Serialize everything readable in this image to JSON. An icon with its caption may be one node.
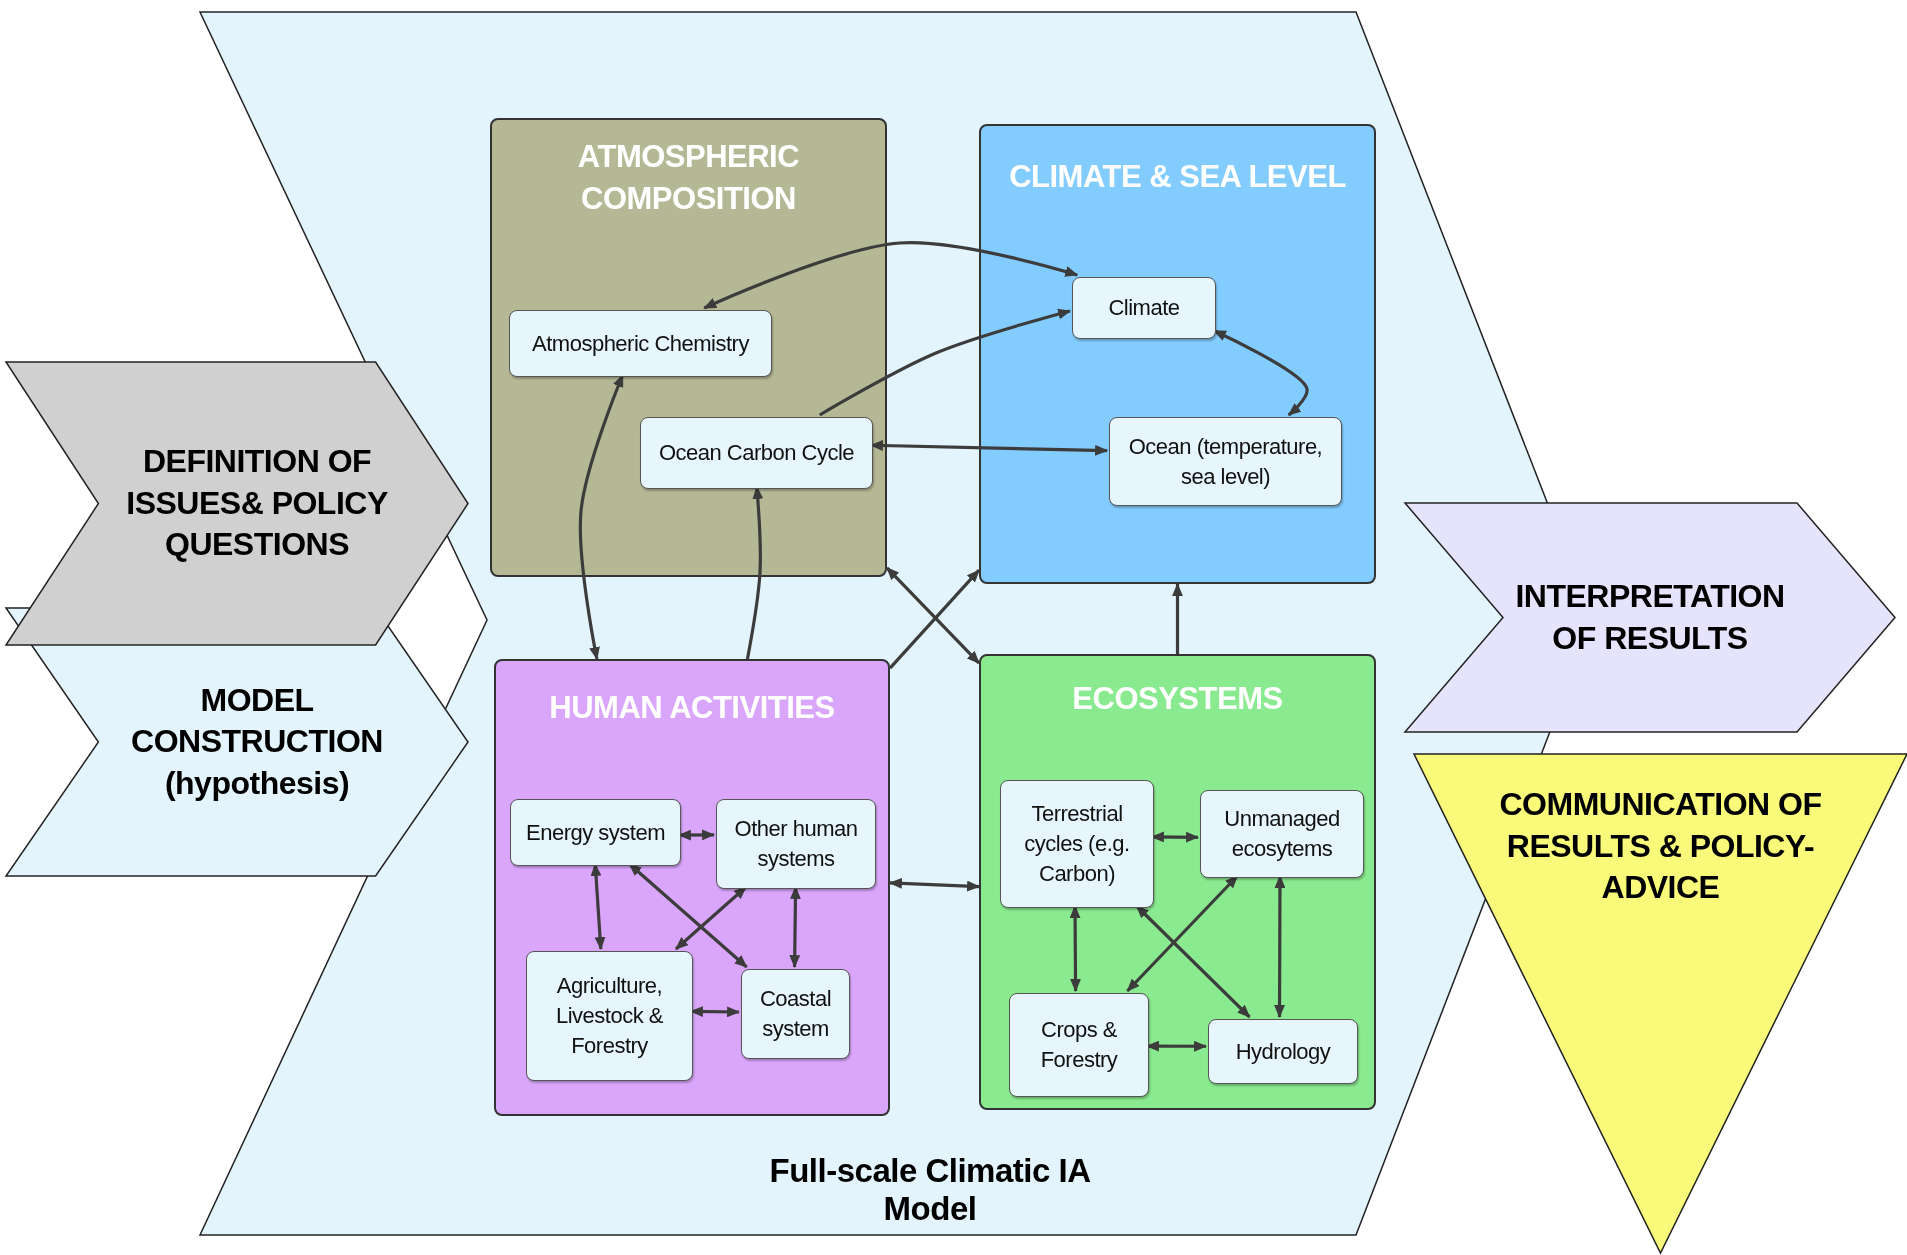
{
  "diagram": {
    "nodes": [
      {
        "text": [
          "Full-scale Climatic IA Model"
        ]
      },
      {
        "text": [
          "DEFINITION OF ISSUES& POLICY QUESTIONS"
        ]
      },
      {
        "text": [
          "MODEL CONSTRUCTION (hypothesis)"
        ]
      },
      {
        "text": [
          "ATMOSPHERIC COMPOSITION"
        ],
        "in": 0
      },
      {
        "text": [
          "Atmospheric Chemistry"
        ],
        "in": 3
      },
      {
        "text": [
          "Ocean Carbon Cycle"
        ],
        "in": 3
      },
      {
        "text": [
          "CLIMATE & SEA LEVEL"
        ],
        "in": 0
      },
      {
        "text": [
          "Climate"
        ],
        "in": 6
      },
      {
        "text": [
          "Ocean (temperature, sea level)"
        ],
        "in": 6
      },
      {
        "text": [
          "HUMAN ACTIVITIES"
        ],
        "in": 0
      },
      {
        "text": [
          "Energy system"
        ],
        "in": 9
      },
      {
        "text": [
          "Other human systems"
        ],
        "in": 9
      },
      {
        "text": [
          "Agriculture, Livestock & Forestry"
        ],
        "in": 9
      },
      {
        "text": [
          "Coastal system"
        ],
        "in": 9
      },
      {
        "text": [
          "ECOSYSTEMS"
        ],
        "in": 0
      },
      {
        "text": [
          "Terrestrial cycles (e.g. Carbon)"
        ],
        "in": 14
      },
      {
        "text": [
          "Unmanaged ecosytems"
        ],
        "in": 14
      },
      {
        "text": [
          "Crops & Forestry"
        ],
        "in": 14
      },
      {
        "text": [
          "Hydrology"
        ],
        "in": 14
      },
      {
        "text": [
          "INTERPRETATION OF RESULTS"
        ]
      },
      {
        "text": [
          "COMMUNICATION OF RESULTS & POLICY-ADVICE"
        ]
      }
    ],
    "edges": [
      {
        "from": 4,
        "to": 7,
        "arrow": "both"
      },
      {
        "from": 5,
        "to": 7,
        "arrow": "to"
      },
      {
        "from": 7,
        "to": 8,
        "arrow": "both"
      },
      {
        "from": 5,
        "to": 8,
        "arrow": "both"
      },
      {
        "from": 4,
        "to": 9,
        "arrow": "both"
      },
      {
        "from": 9,
        "to": 5,
        "arrow": "to"
      },
      {
        "from": 3,
        "to": 14,
        "arrow": "both"
      },
      {
        "from": 9,
        "to": 6,
        "arrow": "to"
      },
      {
        "from": 14,
        "to": 6,
        "arrow": "to"
      },
      {
        "from": 9,
        "to": 14,
        "arrow": "both"
      },
      {
        "from": 10,
        "to": 11,
        "arrow": "both"
      },
      {
        "from": 10,
        "to": 12,
        "arrow": "both"
      },
      {
        "from": 10,
        "to": 13,
        "arrow": "both"
      },
      {
        "from": 11,
        "to": 12,
        "arrow": "both"
      },
      {
        "from": 11,
        "to": 13,
        "arrow": "both"
      },
      {
        "from": 12,
        "to": 13,
        "arrow": "both"
      },
      {
        "from": 15,
        "to": 16,
        "arrow": "both"
      },
      {
        "from": 15,
        "to": 17,
        "arrow": "both"
      },
      {
        "from": 15,
        "to": 18,
        "arrow": "both"
      },
      {
        "from": 16,
        "to": 17,
        "arrow": "both"
      },
      {
        "from": 16,
        "to": 18,
        "arrow": "both"
      },
      {
        "from": 17,
        "to": 18,
        "arrow": "both"
      }
    ]
  }
}
